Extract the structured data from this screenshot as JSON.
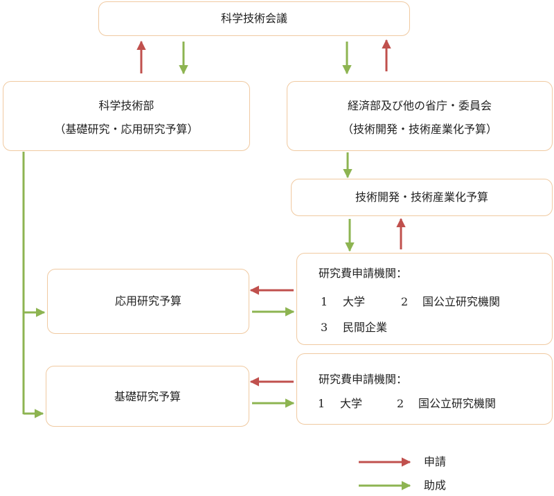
{
  "colors": {
    "apply": "#c0504d",
    "grant": "#8db451",
    "box_border": "#f0c9a0"
  },
  "top": {
    "title": "科学技術会議"
  },
  "mest": {
    "name": "科学技術部",
    "budget": "（基礎研究・応用研究予算）"
  },
  "other": {
    "name": "経済部及び他の省庁・委員会",
    "budget": "（技術開発・技術産業化予算）"
  },
  "tech_budget": {
    "label": "技術開発・技術産業化予算"
  },
  "applied_budget": {
    "label": "応用研究予算"
  },
  "basic_budget": {
    "label": "基礎研究予算"
  },
  "applicants_applied": {
    "title": "研究費申請機関：",
    "items": [
      {
        "num": "1",
        "label": "大学"
      },
      {
        "num": "2",
        "label": "国公立研究機関"
      },
      {
        "num": "3",
        "label": "民間企業"
      }
    ]
  },
  "applicants_basic": {
    "title": "研究費申請機関：",
    "items": [
      {
        "num": "1",
        "label": "大学"
      },
      {
        "num": "2",
        "label": "国公立研究機関"
      }
    ]
  },
  "legend": {
    "apply": "申請",
    "grant": "助成"
  }
}
